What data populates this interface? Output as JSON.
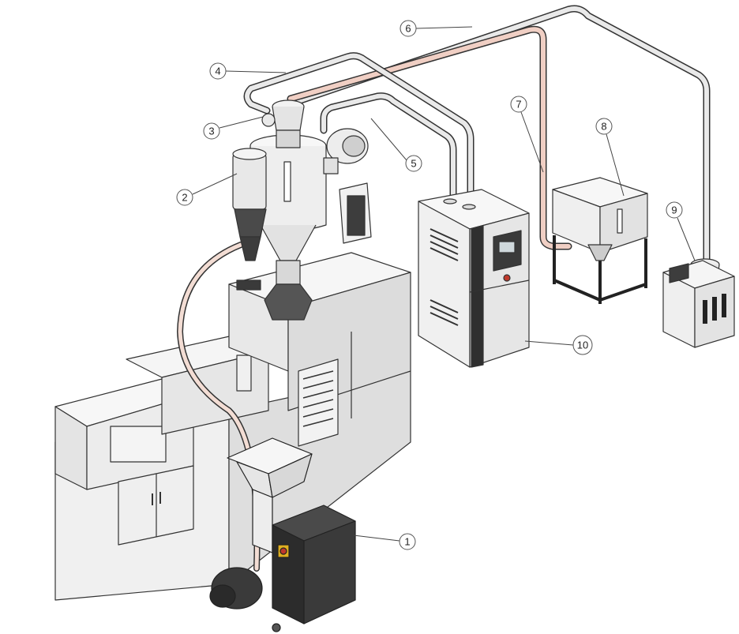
{
  "callouts": [
    {
      "label": "1"
    },
    {
      "label": "2"
    },
    {
      "label": "3"
    },
    {
      "label": "4"
    },
    {
      "label": "5"
    },
    {
      "label": "6"
    },
    {
      "label": "7"
    },
    {
      "label": "8"
    },
    {
      "label": "9"
    },
    {
      "label": "10"
    }
  ],
  "colors": {
    "outline": "#333333",
    "body_light": "#f2f2f2",
    "body_mid": "#dcdcdc",
    "body_dark": "#3a3a3a",
    "pipe": "#e6e6e6",
    "pipe_tint": "#efcfc4",
    "accent_red": "#c0392b",
    "accent_yellow": "#e0b020"
  }
}
